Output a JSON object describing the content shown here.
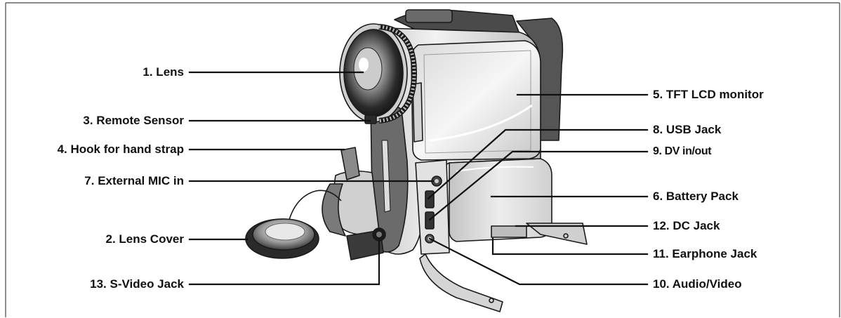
{
  "labels": {
    "lens": "1. Lens",
    "lens_cover": "2. Lens Cover",
    "remote_sensor": "3. Remote Sensor",
    "hook": "4. Hook for hand strap",
    "lcd": "5. TFT LCD monitor",
    "battery": "6. Battery Pack",
    "mic": "7. External MIC in",
    "usb": "8. USB Jack",
    "dv": "9. DV in/out",
    "av": "10. Audio/Video",
    "earphone": "11. Earphone Jack",
    "dc": "12. DC Jack",
    "svideo": "13. S-Video Jack"
  },
  "colors": {
    "line": "#111111",
    "body_light": "#e4e4e4",
    "body_mid": "#bdbdbd",
    "body_dark": "#3a3a3a"
  }
}
